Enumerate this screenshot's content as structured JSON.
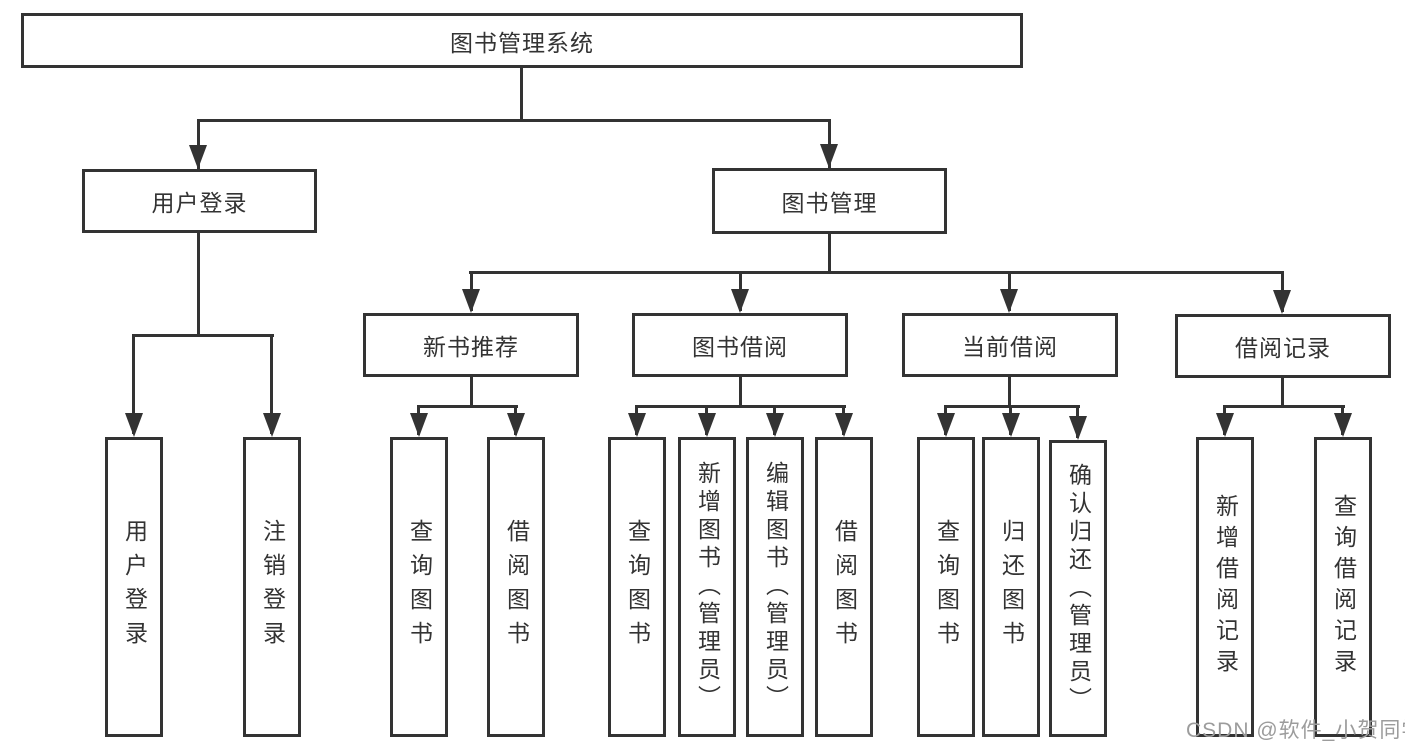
{
  "tree": {
    "root": {
      "label": "图书管理系统"
    },
    "user_login": {
      "label": "用户登录",
      "children": [
        {
          "label": "用户登录"
        },
        {
          "label": "注销登录"
        }
      ]
    },
    "book_mgmt": {
      "label": "图书管理",
      "children": [
        {
          "label": "新书推荐",
          "children": [
            {
              "label": "查询图书"
            },
            {
              "label": "借阅图书"
            }
          ]
        },
        {
          "label": "图书借阅",
          "children": [
            {
              "label": "查询图书"
            },
            {
              "label": "新增图书（管理员）"
            },
            {
              "label": "编辑图书（管理员）"
            },
            {
              "label": "借阅图书"
            }
          ]
        },
        {
          "label": "当前借阅",
          "children": [
            {
              "label": "查询图书"
            },
            {
              "label": "归还图书"
            },
            {
              "label": "确认归还（管理员）"
            }
          ]
        },
        {
          "label": "借阅记录",
          "children": [
            {
              "label": "新增借阅记录"
            },
            {
              "label": "查询借阅记录"
            }
          ]
        }
      ]
    },
    "watermark": "CSDN @软件_小贺同学",
    "colors": {
      "line": "#333333",
      "text": "#333333",
      "background": "#ffffff",
      "watermark": "#9c9c9c"
    }
  }
}
